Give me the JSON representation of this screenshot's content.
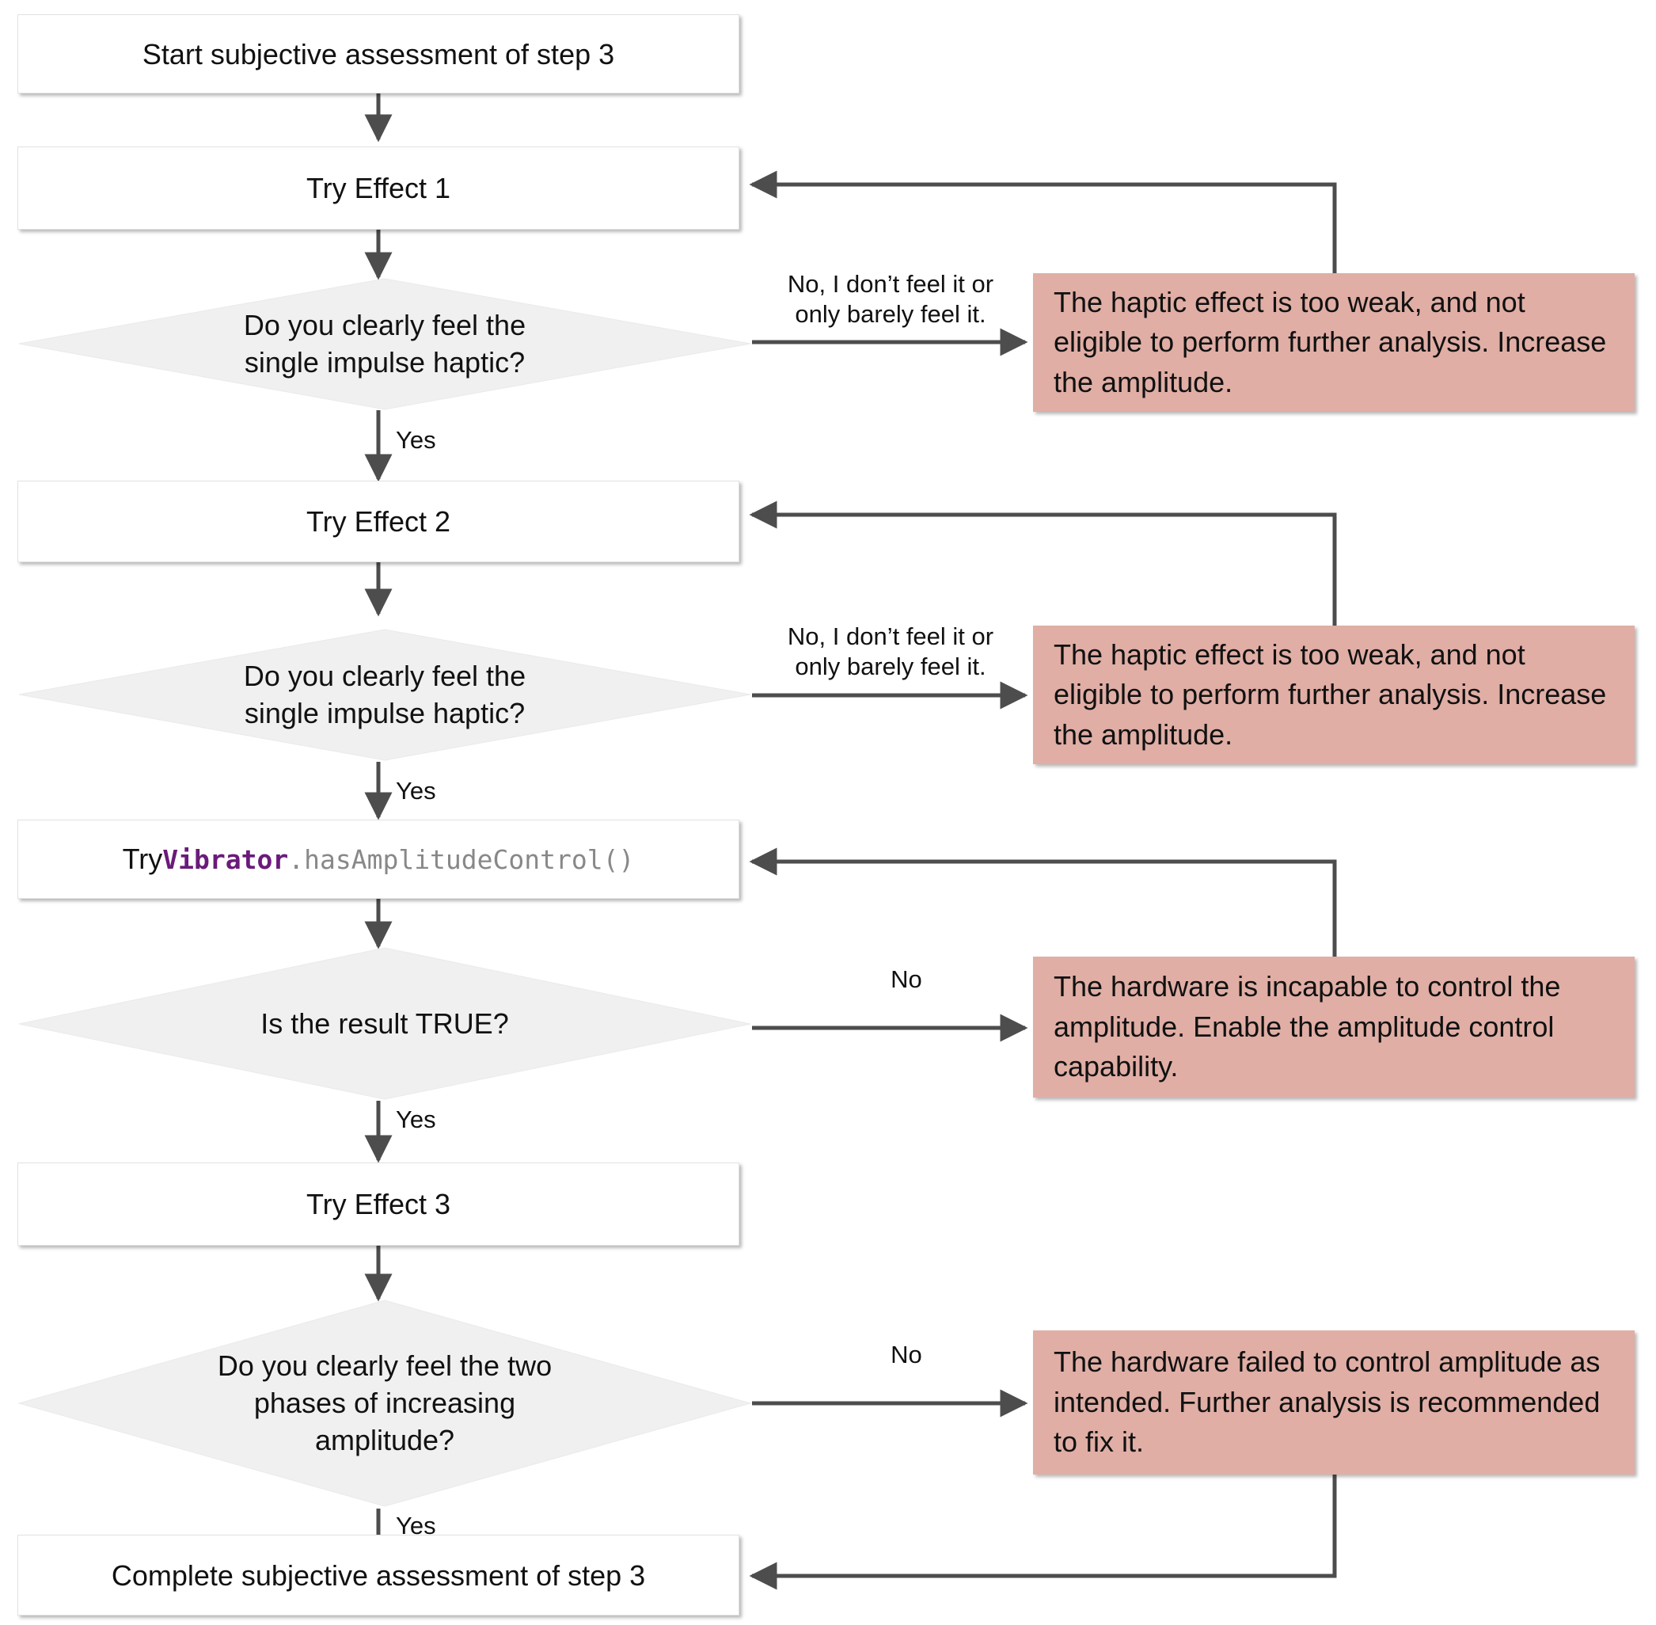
{
  "diagram": {
    "title": "Subjective assessment of step 3 flowchart",
    "colors": {
      "note_fill": "#e0aea5",
      "decision_fill": "#f0f0f0",
      "process_fill": "#ffffff",
      "wire": "#4d4d4d",
      "code_class": "#6A1B7A",
      "code_method": "#888888",
      "text": "#111111"
    }
  },
  "nodes": {
    "start": {
      "label": "Start subjective assessment of step 3"
    },
    "try_effect_1": {
      "label": "Try Effect 1"
    },
    "decision_1": {
      "label": "Do you clearly feel the\nsingle impulse haptic?"
    },
    "note_1": {
      "label": "The haptic effect is too weak, and not eligible to perform further analysis. Increase the amplitude."
    },
    "try_effect_2": {
      "label": "Try Effect 2"
    },
    "decision_2": {
      "label": "Do you clearly feel the\nsingle impulse haptic?"
    },
    "note_2": {
      "label": "The haptic effect is too weak, and not eligible to perform further analysis. Increase the amplitude."
    },
    "try_amplitude_control": {
      "prefix": "Try ",
      "class_name": "Vibrator",
      "method": ".hasAmplitudeControl()"
    },
    "decision_3": {
      "label": "Is the result TRUE?"
    },
    "note_3": {
      "label": "The hardware is incapable to control the amplitude. Enable the amplitude control capability."
    },
    "try_effect_3": {
      "label": "Try Effect 3"
    },
    "decision_4": {
      "label": "Do you clearly feel the two\nphases of increasing\namplitude?"
    },
    "note_4": {
      "label": "The hardware failed to control amplitude as intended. Further analysis is recommended to fix it."
    },
    "complete": {
      "label": "Complete subjective assessment of step 3"
    }
  },
  "edge_labels": {
    "no_feel_1": "No, I don’t feel it or\nonly barely feel it.",
    "yes_1": "Yes",
    "no_feel_2": "No, I don’t feel it or\nonly barely feel it.",
    "yes_2": "Yes",
    "no_3": "No",
    "yes_3": "Yes",
    "no_4": "No",
    "yes_4": "Yes"
  }
}
